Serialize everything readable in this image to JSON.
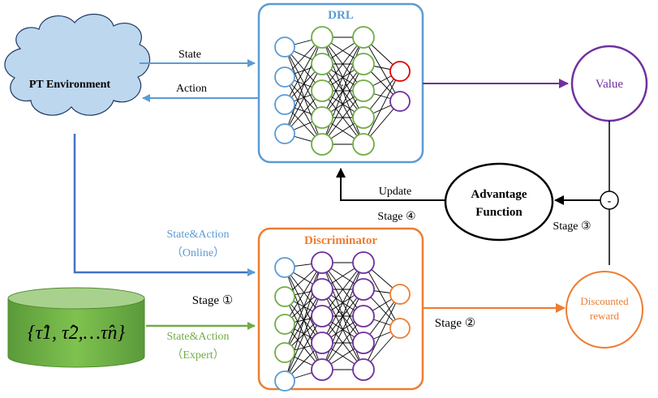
{
  "environment": {
    "label": "PT Environment"
  },
  "drl": {
    "title": "DRL"
  },
  "value": {
    "label": "Value"
  },
  "advantage": {
    "line1": "Advantage",
    "line2": "Function"
  },
  "discriminator": {
    "title": "Discriminator"
  },
  "reward": {
    "line1": "Discounted",
    "line2": "reward"
  },
  "minus": {
    "symbol": "-"
  },
  "expert_data": {
    "label": "{τ̂1, τ̂2,…τ̂n}"
  },
  "arrows": {
    "state": "State",
    "action": "Action",
    "update": "Update",
    "stage4": "Stage ④",
    "stage3": "Stage ③",
    "state_action_online_1": "State&Action",
    "state_action_online_2": "（Online）",
    "stage1": "Stage ①",
    "state_action_expert_1": "State&Action",
    "state_action_expert_2": "（Expert）",
    "stage2": "Stage ②"
  },
  "colors": {
    "drl_blue": "#5b9bd5",
    "disc_orange": "#ed7d31",
    "value_purple": "#7030a0",
    "node_green": "#70ad47",
    "output_red": "#e00000",
    "expert_green": "#70ad47",
    "cloud_fill": "#bdd7ee"
  },
  "icons": [
    "cloud-shape",
    "database-cylinder",
    "neural-network"
  ]
}
